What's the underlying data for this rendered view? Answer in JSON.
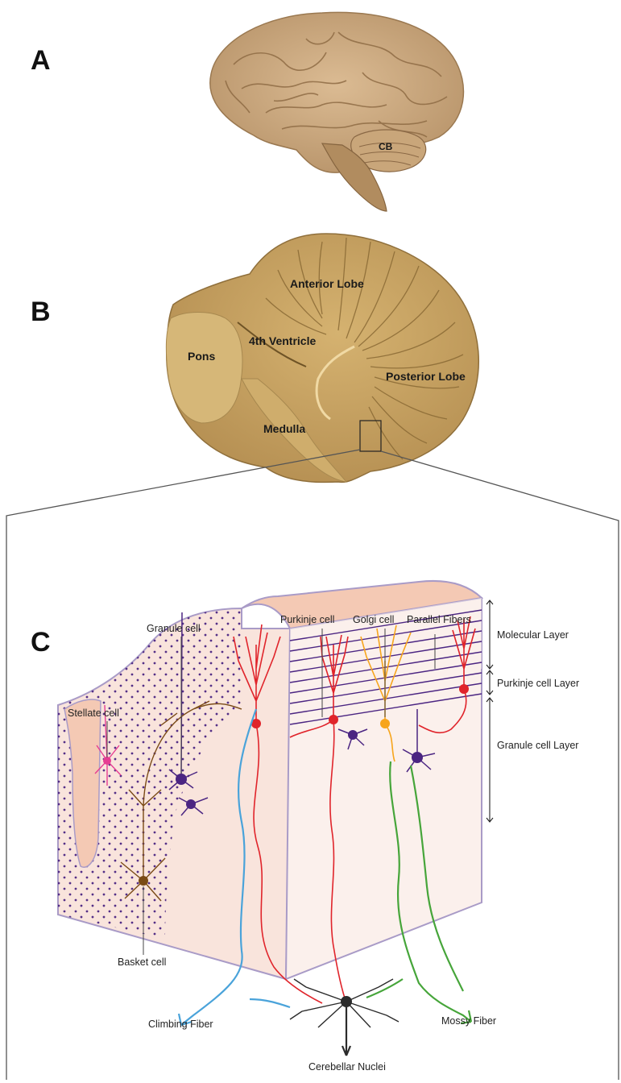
{
  "panels": {
    "a": {
      "letter": "A",
      "cb_label": "CB"
    },
    "b": {
      "letter": "B",
      "labels": {
        "anterior_lobe": "Anterior Lobe",
        "fourth_ventricle": "4th Ventricle",
        "pons": "Pons",
        "posterior_lobe": "Posterior Lobe",
        "medulla": "Medulla"
      }
    },
    "c": {
      "letter": "C",
      "cells": {
        "granule": "Granule cell",
        "stellate": "Stellate cell",
        "purkinje": "Purkinje cell",
        "golgi": "Golgi cell",
        "parallel_fibers": "Parallel Fibers",
        "basket": "Basket cell",
        "climbing_fiber": "Climbing Fiber",
        "mossy_fiber": "Mossy Fiber",
        "cerebellar_nuclei": "Cerebellar Nuclei"
      },
      "layers": {
        "molecular": "Molecular Layer",
        "purkinje": "Purkinje cell Layer",
        "granule": "Granule cell Layer"
      }
    }
  },
  "colors": {
    "brain_photo": "#c9a77f",
    "cerebellum_photo": "#c6a261",
    "molecular_fill": "#f4c9b4",
    "granule_fill": "#f9e4dc",
    "block_outline": "#a99bc7",
    "purkinje": "#e0242b",
    "golgi": "#f7a51c",
    "granule_cell": "#4b2582",
    "stellate": "#e63d93",
    "basket": "#7a4a16",
    "climbing": "#4aa3da",
    "mossy": "#46a53a",
    "nuclei": "#2b2b2b"
  }
}
